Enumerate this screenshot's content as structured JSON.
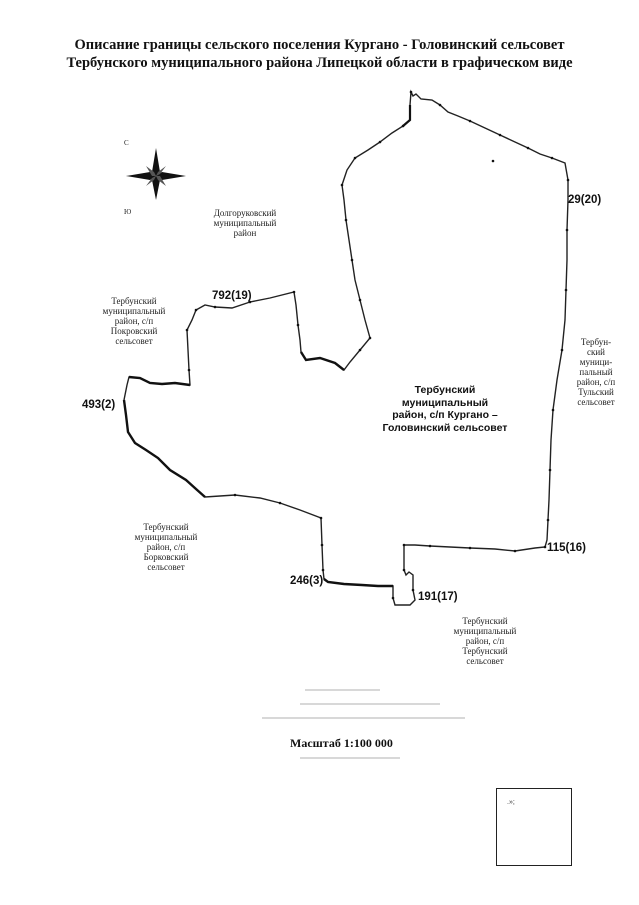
{
  "title": {
    "line1": "Описание границы сельского поселения Кургано - Головинский сельсовет",
    "line2": "Тербунского муниципального района Липецкой области в графическом виде"
  },
  "compass": {
    "north": "С",
    "south": "Ю"
  },
  "neighbors": {
    "dolgorukovsky": "Долгоруковский\nмуниципальный\nрайон",
    "pokrovsky": "Тербунский\nмуниципальный\nрайон, с/п\nПокровский\nсельсовет",
    "tulsky": "Тербун-\nский\nмуници-\nпальный\nрайон, с/п\nТульский\nсельсовет",
    "borkovsky": "Тербунский\nмуниципальный\nрайон, с/п\nБорковский\nсельсовет",
    "terbunsky": "Тербунский\nмуниципальный\nрайон, с/п\nТербунский\nсельсовет"
  },
  "main_area": "Тербунский\nмуниципальный\nрайон, с/п Кургано –\nГоловинский сельсовет",
  "points": {
    "p792": "792(19)",
    "p29": "29(20)",
    "p493": "493(2)",
    "p115": "115(16)",
    "p246": "246(3)",
    "p191": "191(17)"
  },
  "scale": "Масштаб 1:100 000",
  "stamp_mark": ".»;",
  "colors": {
    "boundary": "#222222",
    "text": "#111111"
  }
}
